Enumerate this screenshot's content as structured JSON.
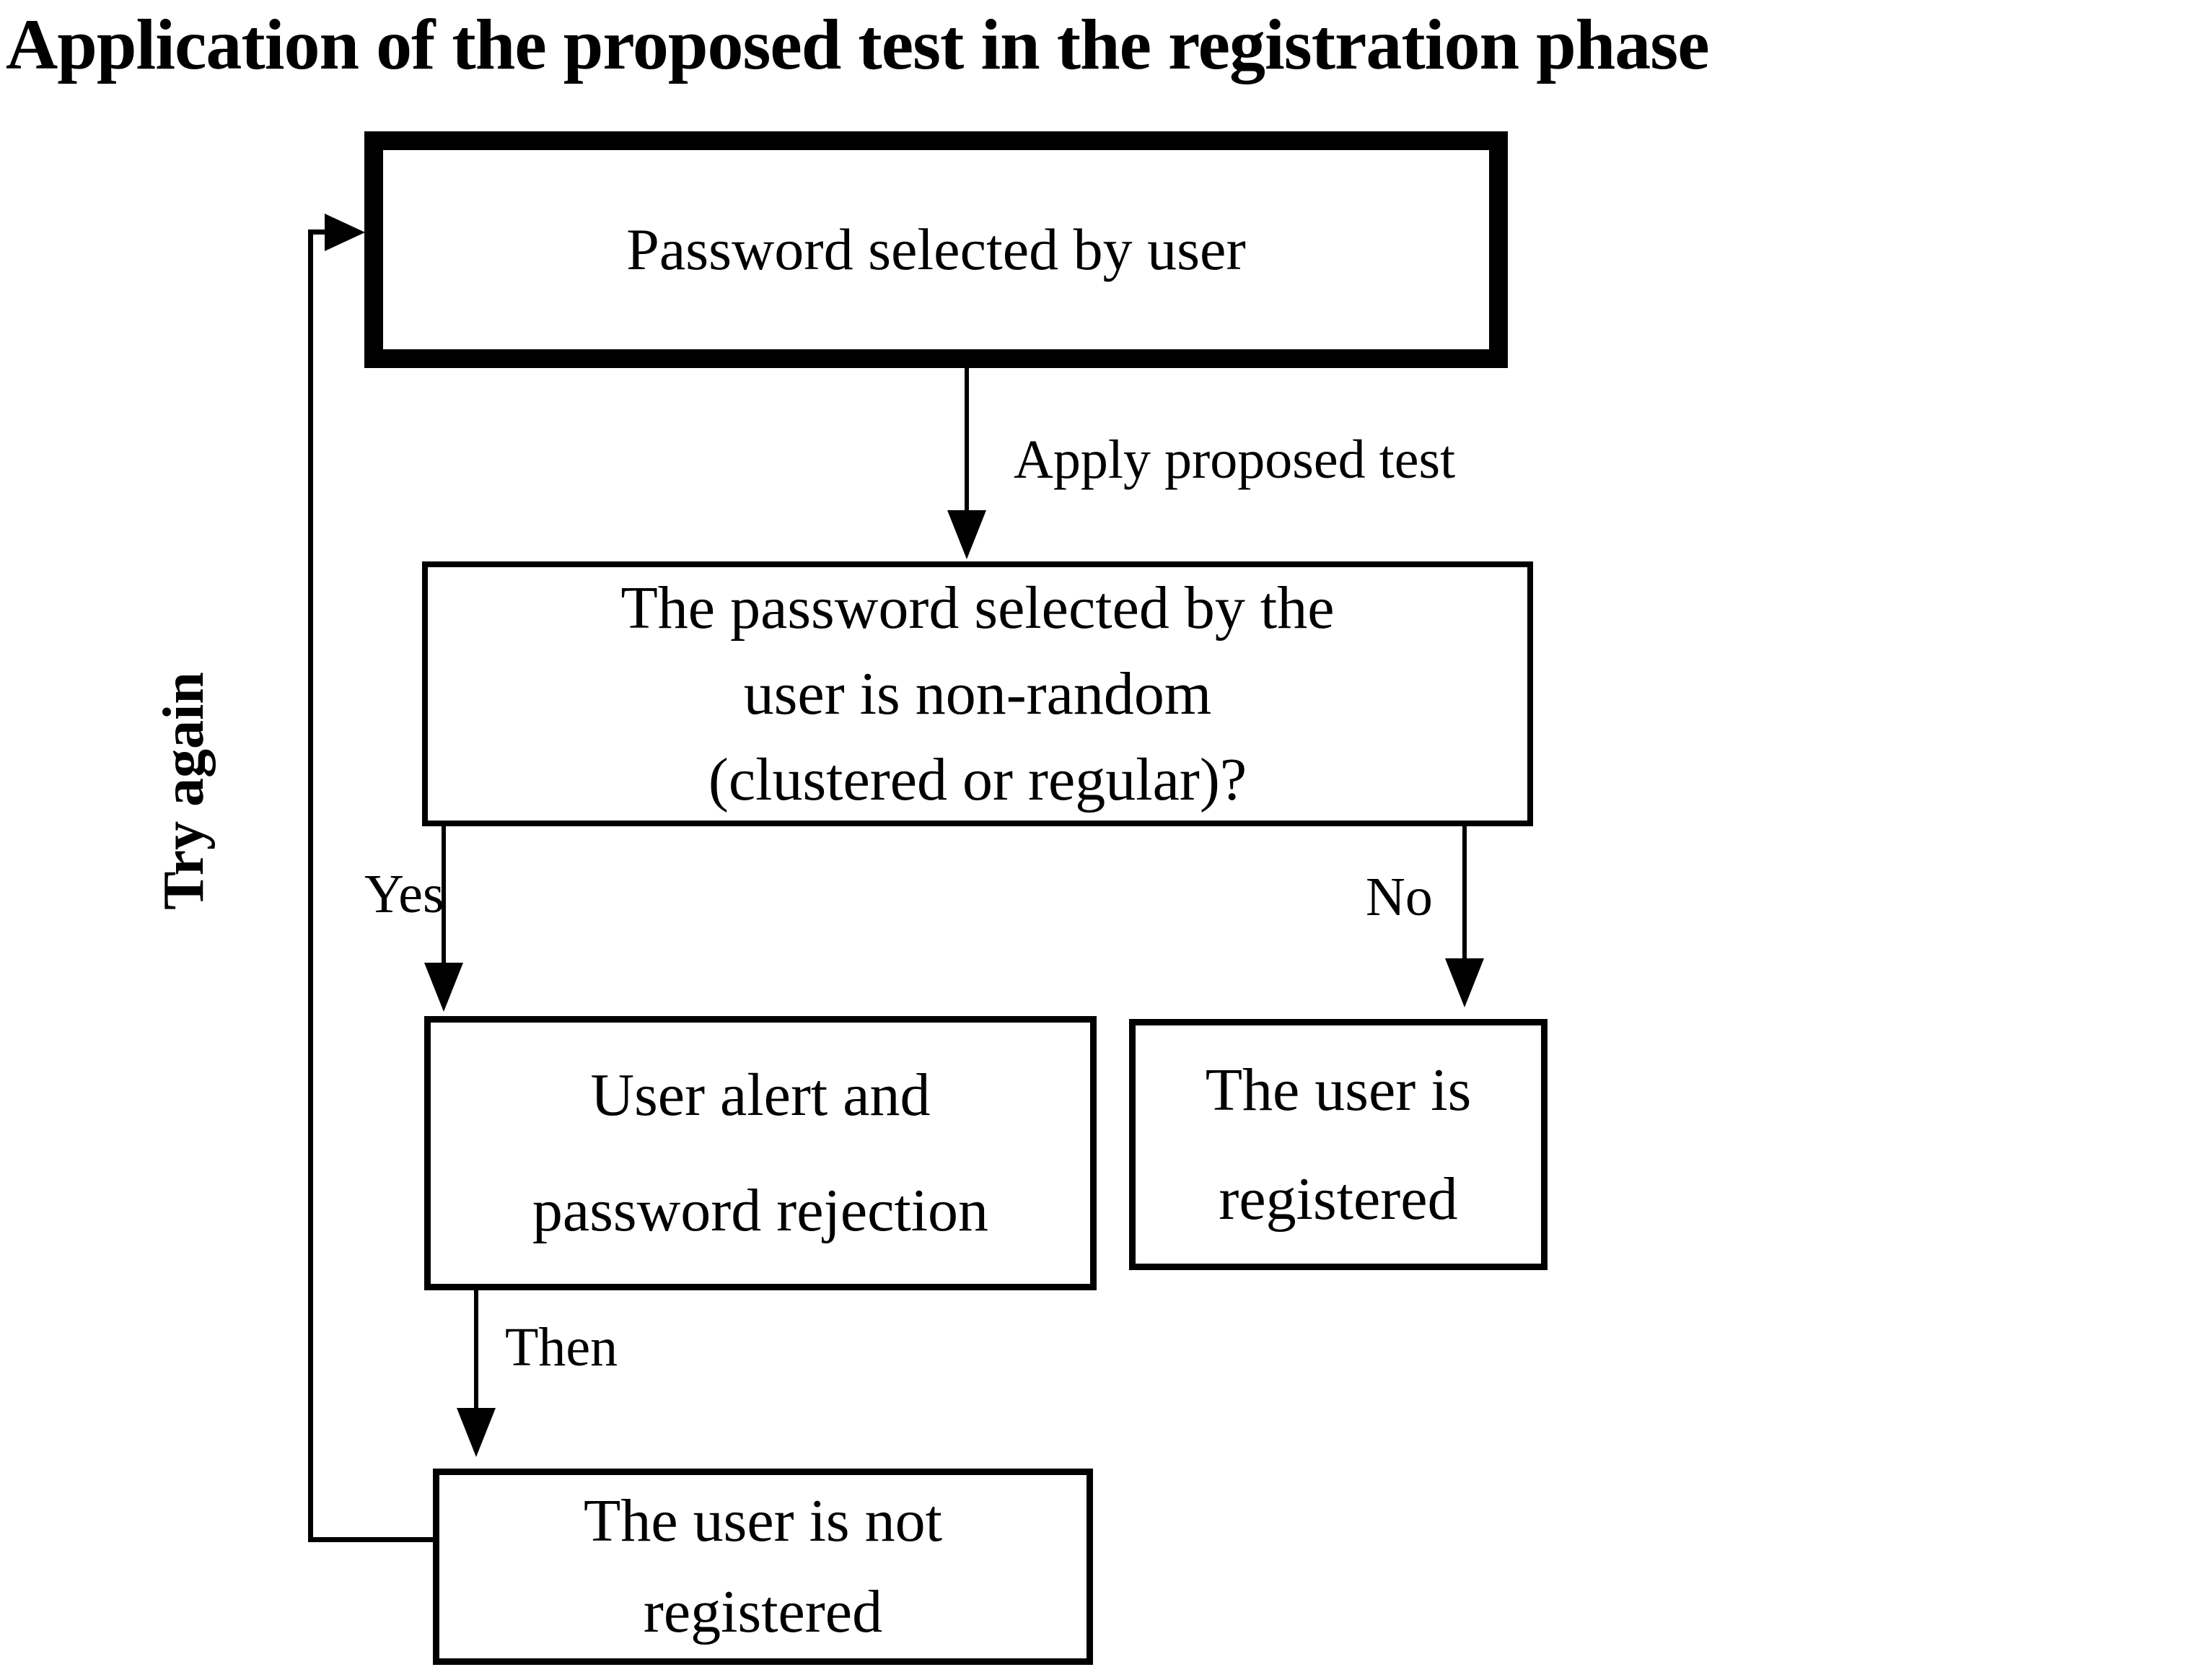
{
  "title": "Application of the proposed test in the registration phase",
  "colors": {
    "ink": "#000000",
    "paper": "#ffffff"
  },
  "flowchart": {
    "start_box": {
      "text": "Password selected by user"
    },
    "apply_edge": {
      "label": "Apply proposed test"
    },
    "decision_box": {
      "text": "The password selected by the\nuser is non-random\n(clustered or regular)?"
    },
    "yes_edge": {
      "label": "Yes"
    },
    "no_edge": {
      "label": "No"
    },
    "alert_box": {
      "text": "User alert and\npassword rejection"
    },
    "registered_box": {
      "text": "The user is\nregistered"
    },
    "then_edge": {
      "label": "Then"
    },
    "not_registered_box": {
      "text": "The user is not\nregistered"
    },
    "retry_edge": {
      "label": "Try again"
    }
  }
}
